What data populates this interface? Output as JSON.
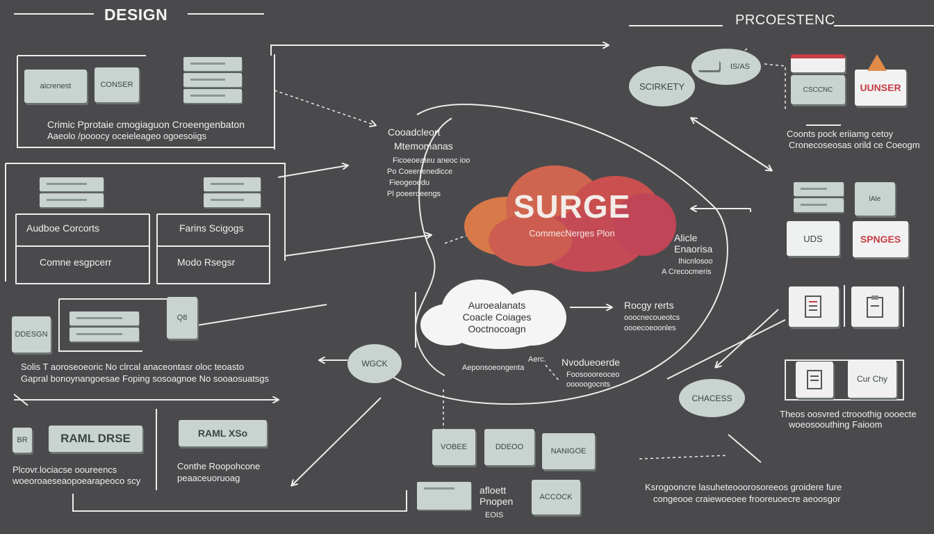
{
  "titles": {
    "design": "DESIGN",
    "processing": "PRCOESTENC"
  },
  "center": {
    "title": "SURGE",
    "subtitle": "CommecNerges Plon"
  },
  "left_top": {
    "card1": "aicrenest",
    "card2": "CONSER",
    "caption1": "Crimic Pprotaie   cmogiaguon   Croeengenbaton",
    "caption2": "Aaeolo /pooocy   oceieleageo ogoesoiigs"
  },
  "left_grid": {
    "cell1": "Audboe Corcorts",
    "cell2": "Farins Scigogs",
    "cell3": "Comne esgpcerr",
    "cell4": "Modo Rsegsr"
  },
  "left_mid": {
    "card": "DDESGN",
    "small_card": "Q8",
    "caption1": "Solis T   aoroseoeoric No  clrcal  anaceontasr  oloc teoasto",
    "caption2": "Gapral  bonoynangoesae  Foping  sosoagnoe  No  sooaosuatsgs"
  },
  "left_bottom": {
    "small": "BR",
    "card1": "RAML DRSE",
    "card2": "RAML XSo",
    "caption1": "Plcovr.lociacse  ooureencs",
    "caption2": "woeoroaeseaopoearapeoco scy",
    "caption3": "Conthe Roopohcone",
    "caption4": "peaaceuoruoag"
  },
  "center_labels": {
    "top_title1": "Cooadcleort",
    "top_title2": "Mtemomanas",
    "top_line1": "Ficoeoeateu aneoc ioo",
    "top_line2": "Po  Coeerrenedicce",
    "top_line3": "Fieogeoedu",
    "top_line4": "Pl  poeeroeengs",
    "white_line1": "Auroealanats",
    "white_line2": "Coacle Coiages",
    "white_line3": "Ooctnocoagn",
    "mid_right1": "Rocgy rerts",
    "mid_right2": "ooocnecoueotcs",
    "mid_right3": "oooecoeoonles",
    "work": "WGCK",
    "under_line1": "Aerc.",
    "under_line2": "Aeponsoeongenta",
    "mod_line1": "Nvodueoerde",
    "mod_line2": "Foosoooreoceo",
    "mod_line3": "ooooogocnts",
    "right_c1": "Alicle",
    "right_c2": "Enaorisa",
    "right_c3": "Ihicnlosoo",
    "right_c4": "A  Crecocmeris"
  },
  "bottom_center": {
    "card1": "VOBEE",
    "card2": "DDEOO",
    "card3": "NANIGOE",
    "doc_label1": "afloett",
    "doc_label2": "Pnopen",
    "doc_label3": "EOIS",
    "card4": "ACCOCK"
  },
  "right": {
    "bubble1": "SCIRKETY",
    "tag1": "IS/AS",
    "unser": "UUNSER",
    "card_small": "CSCCNC",
    "caption1": "Coonts pock  eriiamg  cetoy",
    "caption2": "Cronecoseosas  orild  ce Coeogm",
    "uds": "UDS",
    "spnges": "SPNGES",
    "tag2": "lAle",
    "bubble2": "CHACESS",
    "cyy": "Cur Chy",
    "caption3": "Theos  oosvred  ctrooothig  oooecte",
    "caption4": "woeosoouthing  Faioom",
    "bottom1": "Ksrogooncre  lasuheteooorosoreeos  groidere  fure",
    "bottom2": "congeooe   craiewoeoee  frooreuoecre  aeoosgor"
  },
  "colors": {
    "background": "#4a4a4d",
    "card": "#c9d3d0",
    "accent": "#c53d46",
    "line": "#ededed"
  }
}
